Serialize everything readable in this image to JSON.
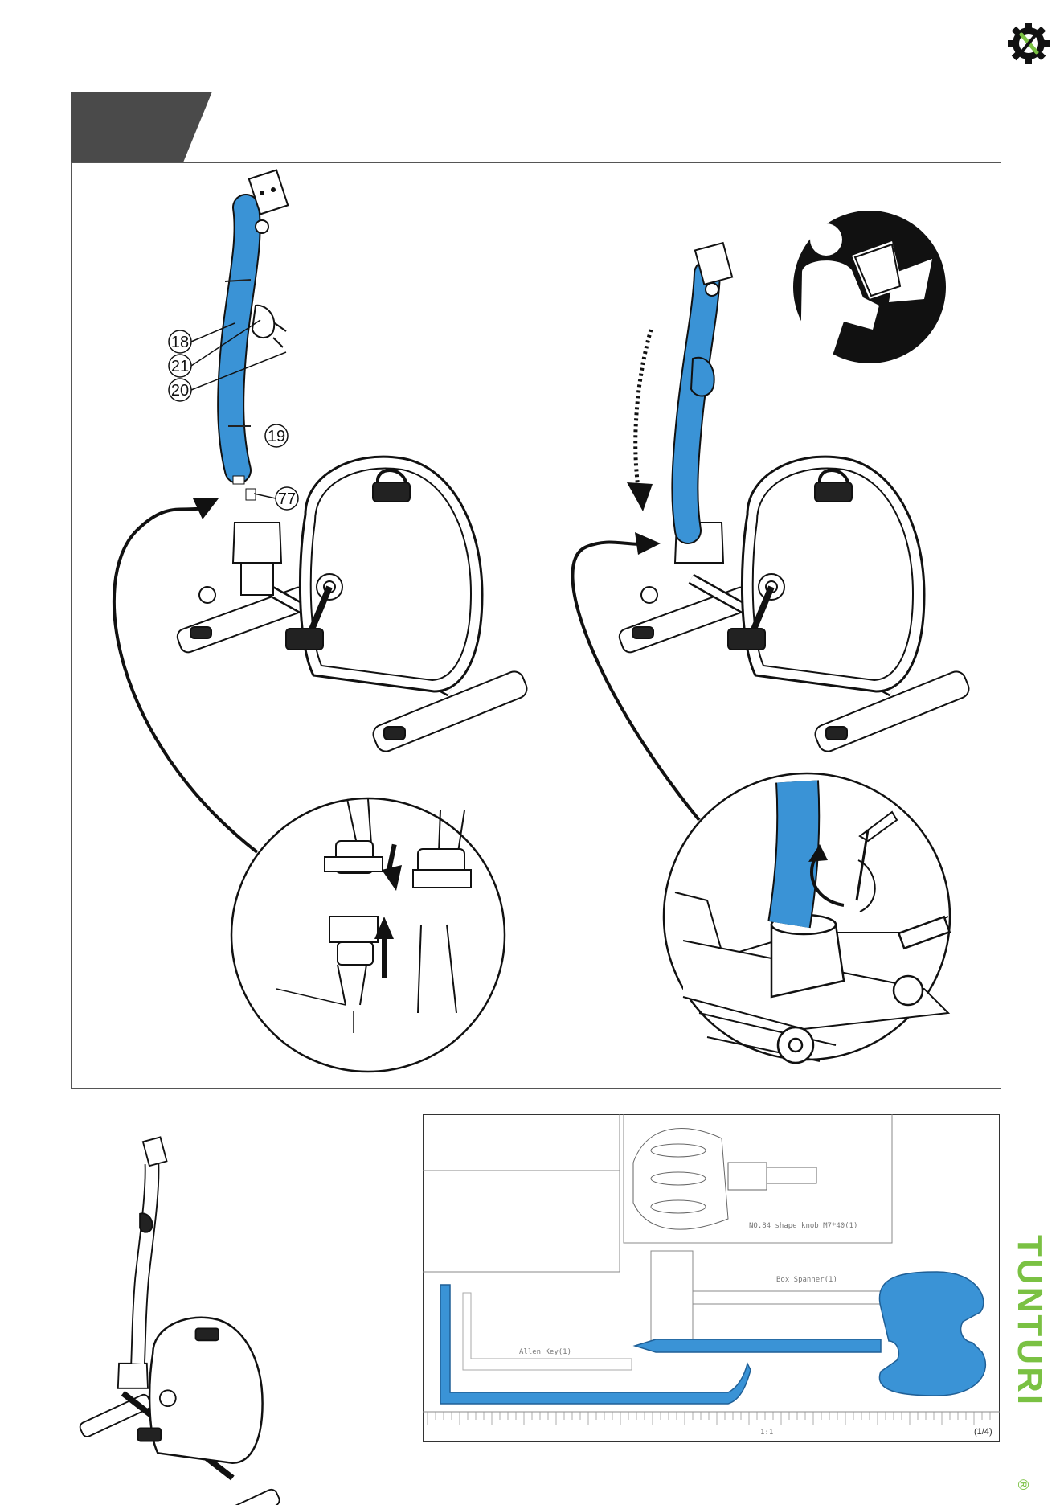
{
  "header": {
    "tools_icon": "gear-wrench-icon",
    "step_tab_color": "#4a4a4a",
    "step_number": ""
  },
  "step_panel": {
    "part_labels": [
      "18",
      "21",
      "20",
      "19",
      "77"
    ],
    "manual_icon": "read-manual-icon",
    "highlight_color": "#3a93d6"
  },
  "tools_panel": {
    "knob_label": "NO.84 shape knob M7*40(1)",
    "box_spanner_label": "Box Spanner(1)",
    "allen_key_label": "Allen Key(1)",
    "ruler_scale": "1:1",
    "ruler_corner": "(1/4)"
  },
  "brand": {
    "name": "TUNTURI",
    "registered": "®",
    "color": "#7ac143"
  }
}
